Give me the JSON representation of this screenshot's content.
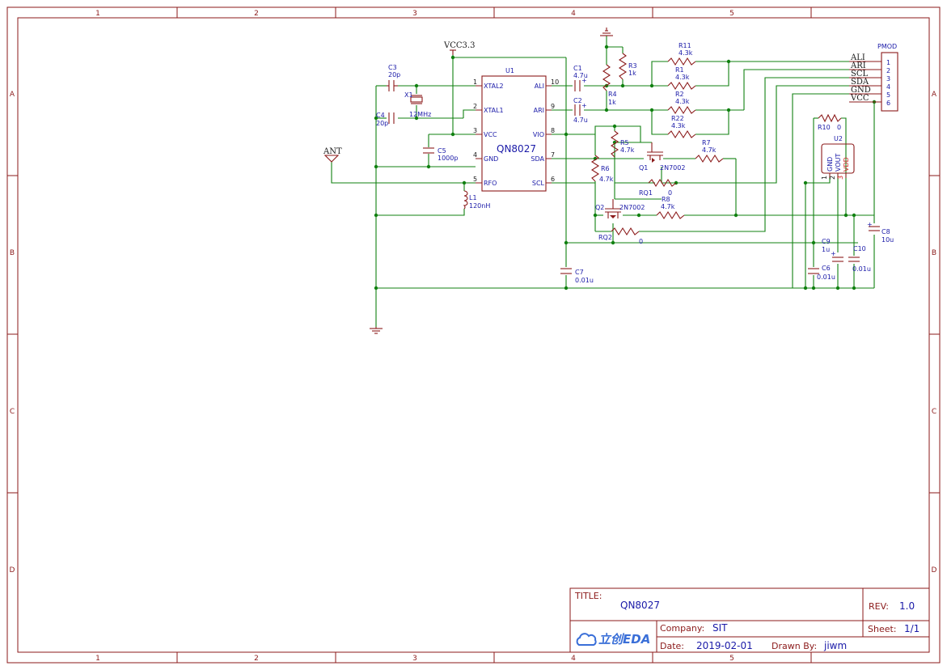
{
  "frame": {
    "columns": [
      "1",
      "2",
      "3",
      "4",
      "5"
    ],
    "rows": [
      "A",
      "B",
      "C",
      "D"
    ]
  },
  "title_block": {
    "title_label": "TITLE:",
    "title": "QN8027",
    "rev_label": "REV:",
    "rev": "1.0",
    "company_label": "Company:",
    "company": "SIT",
    "sheet_label": "Sheet:",
    "sheet": "1/1",
    "date_label": "Date:",
    "date": "2019-02-01",
    "drawn_label": "Drawn By:",
    "drawn_by": "jiwm",
    "logo_text": "立创EDA"
  },
  "u1": {
    "ref": "U1",
    "value": "QN8027",
    "pins_left": [
      {
        "num": "1",
        "name": "XTAL2"
      },
      {
        "num": "2",
        "name": "XTAL1"
      },
      {
        "num": "3",
        "name": "VCC"
      },
      {
        "num": "4",
        "name": "GND"
      },
      {
        "num": "5",
        "name": "RFO"
      }
    ],
    "pins_right": [
      {
        "num": "10",
        "name": "ALI"
      },
      {
        "num": "9",
        "name": "ARI"
      },
      {
        "num": "8",
        "name": "VIO"
      },
      {
        "num": "7",
        "name": "SDA"
      },
      {
        "num": "6",
        "name": "SCL"
      }
    ]
  },
  "power": {
    "vcc_label": "VCC3.3"
  },
  "antenna": {
    "label": "ANT"
  },
  "components": {
    "c3": {
      "ref": "C3",
      "value": "20p"
    },
    "c4": {
      "ref": "C4",
      "value": "20p"
    },
    "x1": {
      "ref": "X1",
      "value": "12MHz"
    },
    "c5": {
      "ref": "C5",
      "value": "1000p"
    },
    "l1": {
      "ref": "L1",
      "value": "120nH"
    },
    "c1": {
      "ref": "C1",
      "value": "4.7u"
    },
    "c2": {
      "ref": "C2",
      "value": "4.7u"
    },
    "r3": {
      "ref": "R3",
      "value": "1k"
    },
    "r4": {
      "ref": "R4",
      "value": "1k"
    },
    "r11": {
      "ref": "R11",
      "value": "4.3k"
    },
    "r1": {
      "ref": "R1",
      "value": "4.3k"
    },
    "r2": {
      "ref": "R2",
      "value": "4.3k"
    },
    "r22": {
      "ref": "R22",
      "value": "4.3k"
    },
    "r5": {
      "ref": "R5",
      "value": "4.7k"
    },
    "r6": {
      "ref": "R6",
      "value": "4.7k"
    },
    "r7": {
      "ref": "R7",
      "value": "4.7k"
    },
    "r8": {
      "ref": "R8",
      "value": "4.7k"
    },
    "q1": {
      "ref": "Q1",
      "value": "2N7002"
    },
    "q2": {
      "ref": "Q2",
      "value": "2N7002"
    },
    "rq1": {
      "ref": "RQ1",
      "value": "0"
    },
    "rq2": {
      "ref": "RQ2",
      "value": "0"
    },
    "r10": {
      "ref": "R10",
      "value": "0"
    },
    "c7": {
      "ref": "C7",
      "value": "0.01u"
    },
    "c6": {
      "ref": "C6",
      "value": "0.01u"
    },
    "c9": {
      "ref": "C9",
      "value": "1u"
    },
    "c10": {
      "ref": "C10",
      "value": "0.01u"
    },
    "c8": {
      "ref": "C8",
      "value": "10u"
    }
  },
  "pmod": {
    "ref": "PMOD",
    "pins": [
      {
        "num": "1",
        "net": "ALI"
      },
      {
        "num": "2",
        "net": "ARI"
      },
      {
        "num": "3",
        "net": "SCL"
      },
      {
        "num": "4",
        "net": "SDA"
      },
      {
        "num": "5",
        "net": "GND"
      },
      {
        "num": "6",
        "net": "VCC"
      }
    ]
  },
  "u2": {
    "ref": "U2",
    "pins": [
      {
        "num": "1",
        "name": "GND"
      },
      {
        "num": "2",
        "name": "VOUT"
      },
      {
        "num": "3",
        "name": "VDD"
      }
    ]
  }
}
